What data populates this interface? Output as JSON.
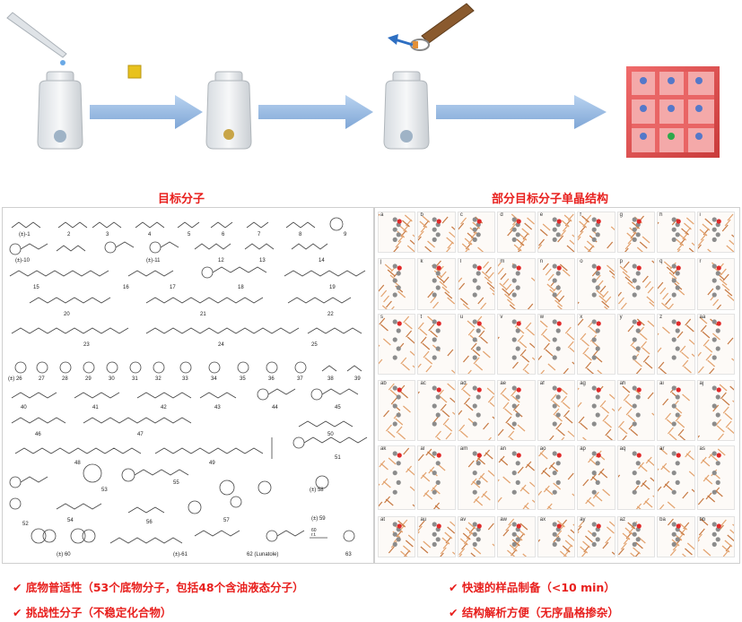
{
  "headers": {
    "left": "目标分子",
    "right": "部分目标分子单晶结构"
  },
  "bullets": [
    {
      "mark": "✔",
      "text": "底物普适性（53个底物分子，包括48个含油液态分子）"
    },
    {
      "mark": "✔",
      "text": "挑战性分子（不稳定化合物）"
    },
    {
      "mark": "✔",
      "text": "快速的样品制备（<10 min）"
    },
    {
      "mark": "✔",
      "text": "结构解析方便（无序晶格掺杂）"
    }
  ],
  "molecule_labels": [
    "(±)-1",
    "2",
    "3",
    "4",
    "5",
    "6",
    "7",
    "8",
    "9",
    "(±)-10",
    "(±)-11",
    "12",
    "13",
    "14",
    "15",
    "16",
    "17",
    "18",
    "19",
    "20",
    "21",
    "22",
    "23",
    "24",
    "25",
    "(±) 26",
    "27",
    "28",
    "29",
    "30",
    "31",
    "32",
    "33",
    "34",
    "35",
    "36",
    "37",
    "38",
    "39",
    "40",
    "41",
    "42",
    "43",
    "44",
    "45",
    "46",
    "47",
    "50",
    "48",
    "49",
    "51",
    "52",
    "53",
    "54",
    "55",
    "56",
    "57",
    "(±) 58",
    "(±) 59",
    "(±) 60",
    "(±)-61",
    "62 (Lunatole)",
    "63"
  ],
  "reaction_arrow": "60\nr.t.",
  "tile_labels": [
    "a",
    "b",
    "c",
    "d",
    "e",
    "f",
    "g",
    "h",
    "i",
    "j",
    "k",
    "l",
    "m",
    "n",
    "o",
    "p",
    "q",
    "r",
    "s",
    "t",
    "u",
    "v",
    "w",
    "x",
    "y",
    "z",
    "aa",
    "ab",
    "ac",
    "ad",
    "ae",
    "af",
    "ag",
    "ah",
    "ai",
    "aj",
    "ak",
    "al",
    "am",
    "an",
    "ao",
    "ap",
    "aq",
    "ar",
    "as",
    "at",
    "au",
    "av",
    "aw",
    "ax",
    "ay",
    "az",
    "ba",
    "bb"
  ]
}
